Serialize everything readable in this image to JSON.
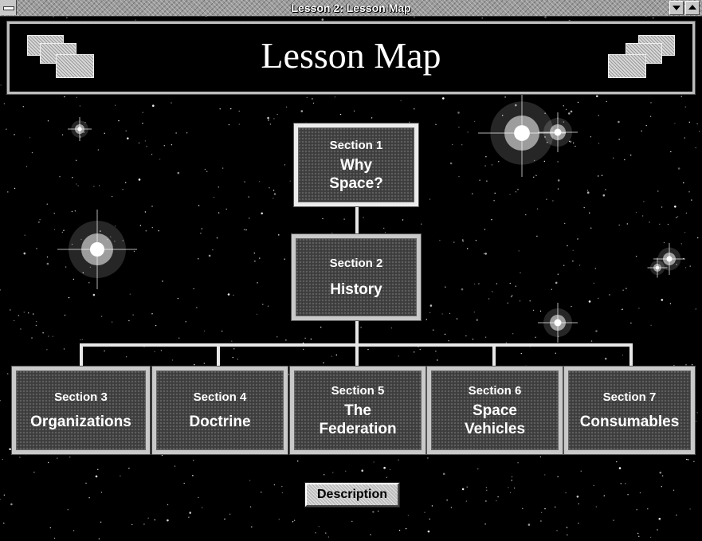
{
  "window": {
    "title": "Lesson 2: Lesson Map"
  },
  "header": {
    "title": "Lesson Map"
  },
  "sections": [
    {
      "section": "Section 1",
      "name": "Why\nSpace?"
    },
    {
      "section": "Section 2",
      "name": "History"
    },
    {
      "section": "Section 3",
      "name": "Organizations"
    },
    {
      "section": "Section 4",
      "name": "Doctrine"
    },
    {
      "section": "Section 5",
      "name": "The\nFederation"
    },
    {
      "section": "Section 6",
      "name": "Space\nVehicles"
    },
    {
      "section": "Section 7",
      "name": "Consumables"
    }
  ],
  "description_button": "Description",
  "colors": {
    "background": "#000000",
    "box_border": "#c9c9c9",
    "box_fill": "#3c3c3c",
    "text": "#ffffff"
  },
  "icons": [
    "system-menu-icon",
    "minimize-icon",
    "maximize-icon",
    "decorative-window-stack-icon"
  ]
}
